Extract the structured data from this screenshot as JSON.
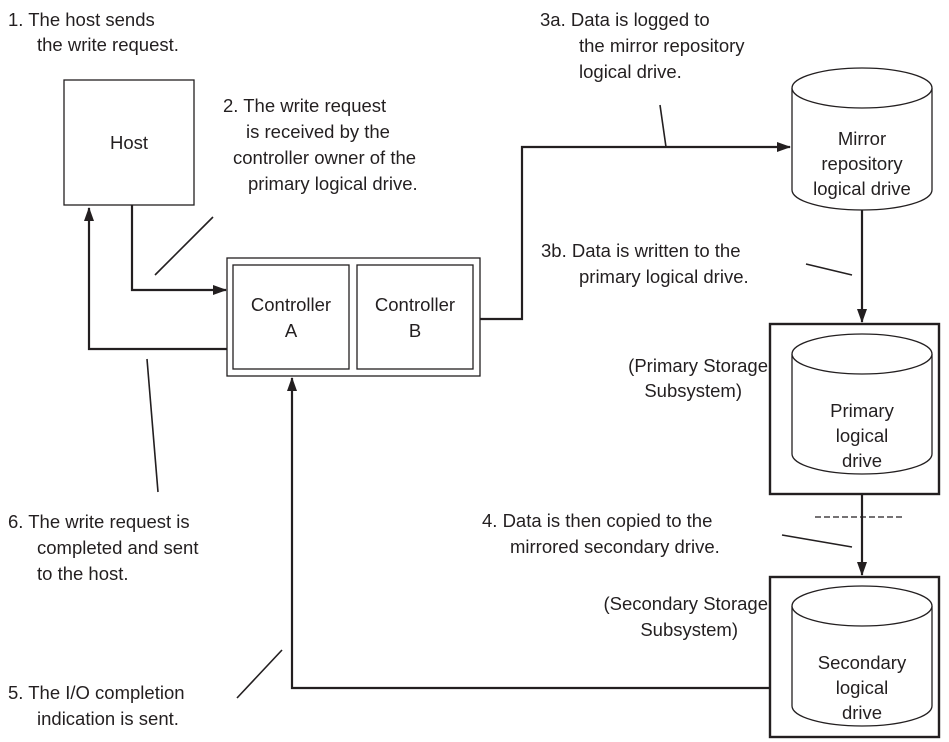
{
  "steps": {
    "step1": [
      "1. The host sends",
      "the write request."
    ],
    "step2": [
      "2. The write request",
      "is received by the",
      "controller owner of the",
      "primary logical drive."
    ],
    "step3a": [
      "3a. Data is logged to",
      "the mirror repository",
      "logical drive."
    ],
    "step3b": [
      "3b. Data is written to the",
      "primary logical drive."
    ],
    "step4": [
      "4. Data is then copied to the",
      "mirrored secondary drive."
    ],
    "step5": [
      "5. The I/O completion",
      "indication is sent."
    ],
    "step6": [
      "6. The write request is",
      "completed and sent",
      "to the host."
    ]
  },
  "nodes": {
    "host": "Host",
    "controller_a": [
      "Controller",
      "A"
    ],
    "controller_b": [
      "Controller",
      "B"
    ],
    "mirror_repository": [
      "Mirror",
      "repository",
      "logical drive"
    ],
    "primary_drive": [
      "Primary",
      "logical",
      "drive"
    ],
    "secondary_drive": [
      "Secondary",
      "logical",
      "drive"
    ]
  },
  "subsystems": {
    "primary": [
      "(Primary Storage",
      "Subsystem)"
    ],
    "secondary": [
      "(Secondary Storage",
      "Subsystem)"
    ]
  }
}
